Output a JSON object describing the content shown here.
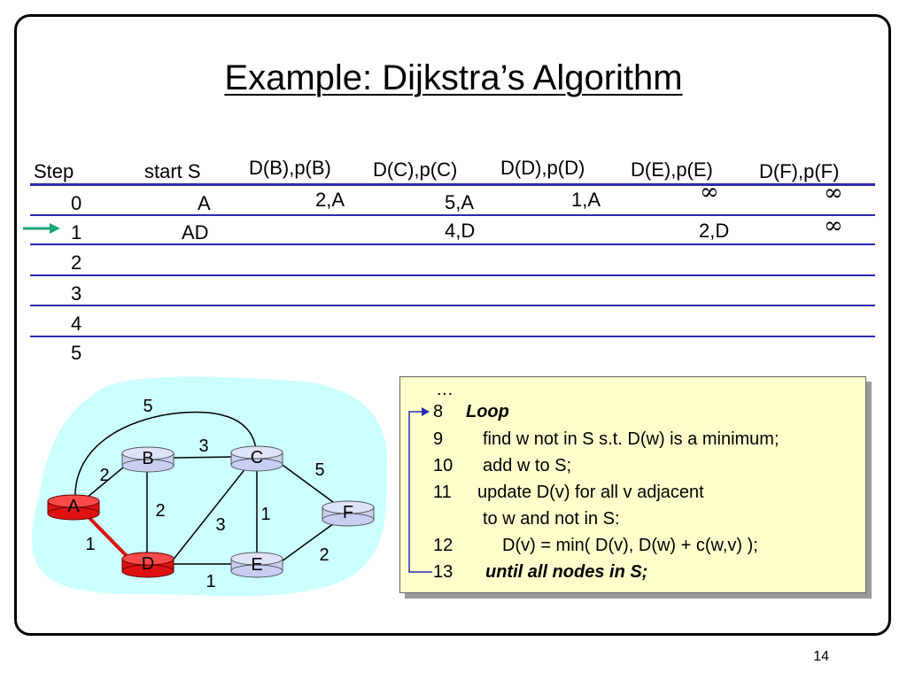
{
  "title": "Example: Dijkstra’s Algorithm",
  "page_number": "14",
  "table": {
    "headers": [
      "Step",
      "start S",
      "D(B),p(B)",
      "D(C),p(C)",
      "D(D),p(D)",
      "D(E),p(E)",
      "D(F),p(F)"
    ],
    "rows": [
      {
        "step": "0",
        "start_s": "A",
        "b": "2,A",
        "c": "5,A",
        "d": "1,A",
        "e": "∞",
        "f": "∞"
      },
      {
        "step": "1",
        "start_s": "AD",
        "b": "",
        "c": "4,D",
        "d": "",
        "e": "2,D",
        "f": "∞"
      },
      {
        "step": "2",
        "start_s": "",
        "b": "",
        "c": "",
        "d": "",
        "e": "",
        "f": ""
      },
      {
        "step": "3",
        "start_s": "",
        "b": "",
        "c": "",
        "d": "",
        "e": "",
        "f": ""
      },
      {
        "step": "4",
        "start_s": "",
        "b": "",
        "c": "",
        "d": "",
        "e": "",
        "f": ""
      },
      {
        "step": "5",
        "start_s": "",
        "b": "",
        "c": "",
        "d": "",
        "e": "",
        "f": ""
      }
    ],
    "current_step_marker_color": "#1aa874"
  },
  "graph": {
    "nodes": {
      "a": "A",
      "b": "B",
      "c": "C",
      "d": "D",
      "e": "E",
      "f": "F"
    },
    "edge_weights": {
      "a_c": "5",
      "b_c": "3",
      "a_b": "2",
      "c_f": "5",
      "b_d": "2",
      "c_d": "3",
      "c_e": "1",
      "a_d": "1",
      "e_f": "2",
      "d_e": "1"
    },
    "highlight_color": "#dd1111",
    "node_color": "#c8cef2",
    "region_color": "#ccffff"
  },
  "code": {
    "ellipsis": "…",
    "lines": [
      {
        "num": "8",
        "text": "Loop"
      },
      {
        "num": "9",
        "text": "find w not in S s.t. D(w) is a minimum;"
      },
      {
        "num": "10",
        "text": "add w to S;"
      },
      {
        "num": "11",
        "text": "update D(v) for all v adjacent"
      },
      {
        "num": "",
        "text": "to w and not in S:"
      },
      {
        "num": "12",
        "text": "D(v) = min( D(v), D(w) + c(w,v) );"
      },
      {
        "num": "13",
        "text": "until all nodes in S;"
      }
    ],
    "box_color": "#ffffcc",
    "loop_arrow_color": "#2b2bb0"
  }
}
